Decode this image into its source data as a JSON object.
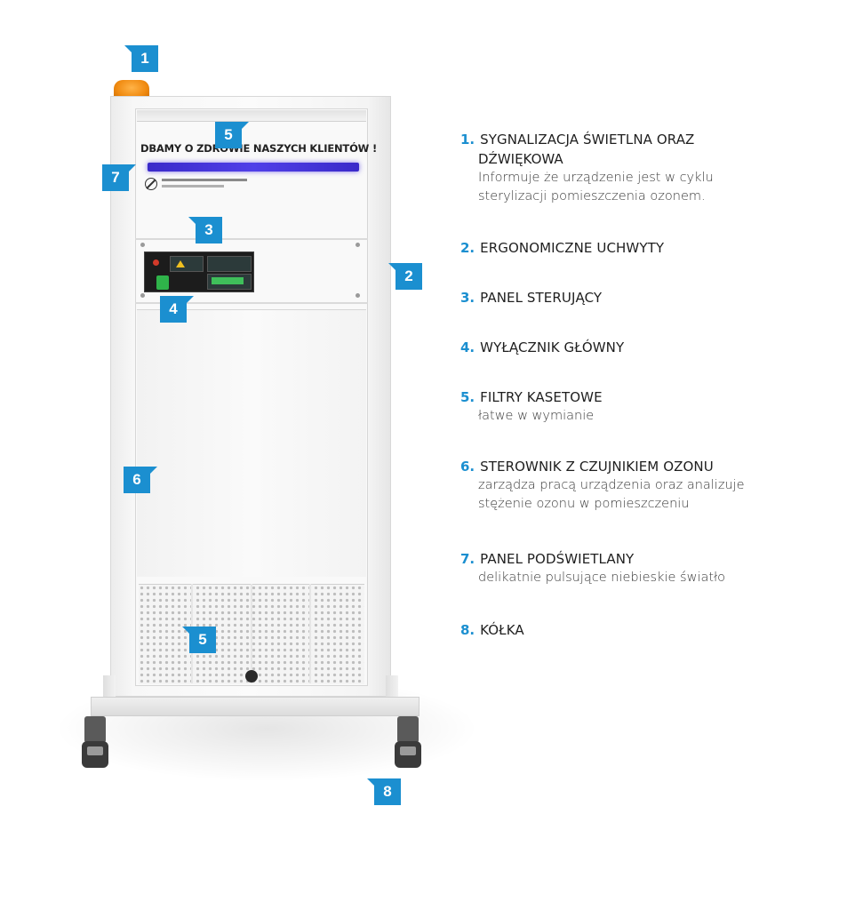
{
  "device": {
    "sign_text": "DBAMY O ZDROWIE NASZYCH KLIENTÓW !"
  },
  "markers": [
    {
      "num": "1"
    },
    {
      "num": "2"
    },
    {
      "num": "3"
    },
    {
      "num": "4"
    },
    {
      "num": "5"
    },
    {
      "num": "5"
    },
    {
      "num": "6"
    },
    {
      "num": "7"
    },
    {
      "num": "8"
    }
  ],
  "legend": [
    {
      "num": "1.",
      "title": "SYGNALIZACJA ŚWIETLNA ORAZ",
      "title2": "DŹWIĘKOWA",
      "desc": "Informuje że urządzenie jest w cyklu",
      "desc2": "sterylizacji pomieszczenia ozonem."
    },
    {
      "num": "2.",
      "title": "ERGONOMICZNE UCHWYTY"
    },
    {
      "num": "3.",
      "title": "PANEL STERUJĄCY"
    },
    {
      "num": "4.",
      "title": "WYŁĄCZNIK GŁÓWNY"
    },
    {
      "num": "5.",
      "title": "FILTRY KASETOWE",
      "desc": "łatwe w wymianie"
    },
    {
      "num": "6.",
      "title": "STEROWNIK Z CZUJNIKIEM OZONU",
      "desc": "zarządza pracą urządzenia oraz analizuje",
      "desc2": "stężenie ozonu w pomieszczeniu"
    },
    {
      "num": "7.",
      "title": "PANEL PODŚWIETLANY",
      "desc": "delikatnie pulsujące niebieskie światło"
    },
    {
      "num": "8.",
      "title": "KÓŁKA"
    }
  ],
  "colors": {
    "accent": "#1b8fd0",
    "uv_light": "#4535d8",
    "beacon": "#f08a10"
  },
  "icons": [
    "no-ozone-sign-icon"
  ]
}
